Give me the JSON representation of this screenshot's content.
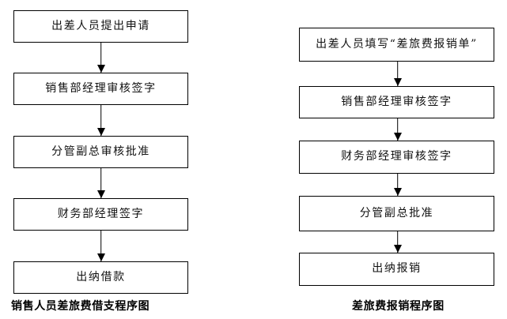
{
  "diagram": {
    "background_color": "#ffffff",
    "line_color": "#000000",
    "columns": [
      {
        "id": "travel-advance-flow",
        "caption": "销售人员差旅费借支程序图",
        "nodes": [
          {
            "label": "出差人员提出申请"
          },
          {
            "label": "销售部经理审核签字"
          },
          {
            "label": "分管副总审核批准"
          },
          {
            "label": "财务部经理签字"
          },
          {
            "label": "出纳借款"
          }
        ],
        "connectors": [
          {
            "label": "arrow-down"
          },
          {
            "label": "arrow-down"
          },
          {
            "label": "arrow-down"
          },
          {
            "label": "arrow-down"
          }
        ]
      },
      {
        "id": "travel-reimbursement-flow",
        "caption": "差旅费报销程序图",
        "nodes": [
          {
            "label": "出差人员填写“差旅费报销单”"
          },
          {
            "label": "销售部经理审核签字"
          },
          {
            "label": "财务部经理审核签字"
          },
          {
            "label": "分管副总批准"
          },
          {
            "label": "出纳报销"
          }
        ],
        "connectors": [
          {
            "label": "arrow-down"
          },
          {
            "label": "arrow-down"
          },
          {
            "label": "arrow-down"
          },
          {
            "label": "arrow-down"
          }
        ]
      }
    ]
  }
}
